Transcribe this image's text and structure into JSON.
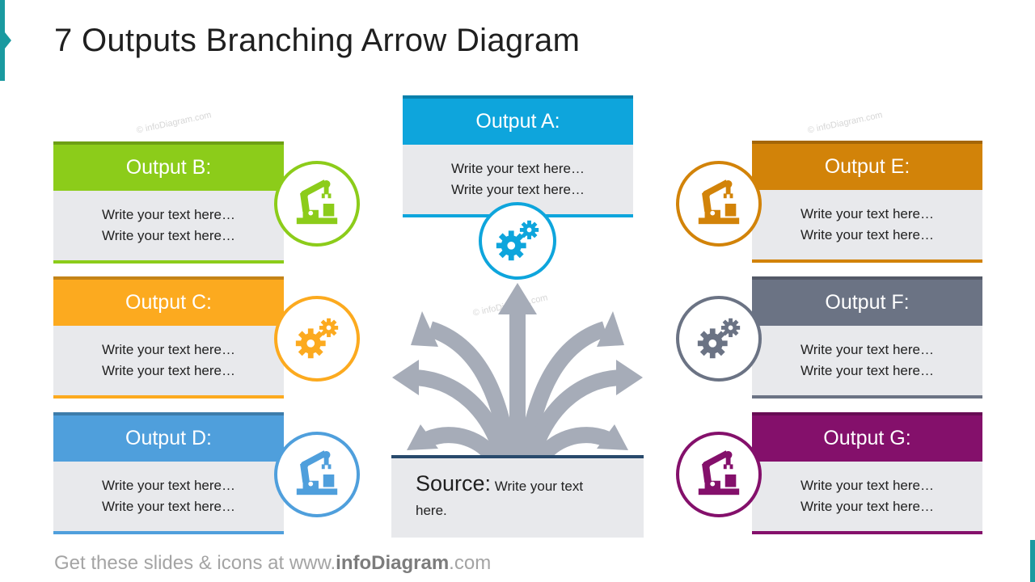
{
  "title": "7 Outputs Branching Arrow Diagram",
  "watermark": "© infoDiagram.com",
  "outputs": {
    "a": {
      "title": "Output A:",
      "line1": "Write your text here…",
      "line2": "Write your text here…",
      "color": "#0ea5dc",
      "icon": "gears-icon"
    },
    "b": {
      "title": "Output B:",
      "line1": "Write your text here…",
      "line2": "Write your text here…",
      "color": "#8ccc1a",
      "icon": "robot-arm-icon"
    },
    "c": {
      "title": "Output C:",
      "line1": "Write your text here…",
      "line2": "Write your text here…",
      "color": "#fcaa1f",
      "icon": "gears-icon"
    },
    "d": {
      "title": "Output D:",
      "line1": "Write your text here…",
      "line2": "Write your text here…",
      "color": "#4f9fdc",
      "icon": "robot-arm-icon"
    },
    "e": {
      "title": "Output E:",
      "line1": "Write your text here…",
      "line2": "Write your text here…",
      "color": "#d28309",
      "icon": "robot-arm-icon"
    },
    "f": {
      "title": "Output F:",
      "line1": "Write your text here…",
      "line2": "Write your text here…",
      "color": "#6b7384",
      "icon": "gears-icon"
    },
    "g": {
      "title": "Output G:",
      "line1": "Write your text here…",
      "line2": "Write your text here…",
      "color": "#84106b",
      "icon": "robot-arm-icon"
    }
  },
  "source": {
    "label": "Source:",
    "text": "Write your text here."
  },
  "arrow_color": "#a6acb8",
  "footer": {
    "prefix": "Get these slides & icons at www.",
    "brand": "infoDiagram",
    "suffix": ".com"
  }
}
